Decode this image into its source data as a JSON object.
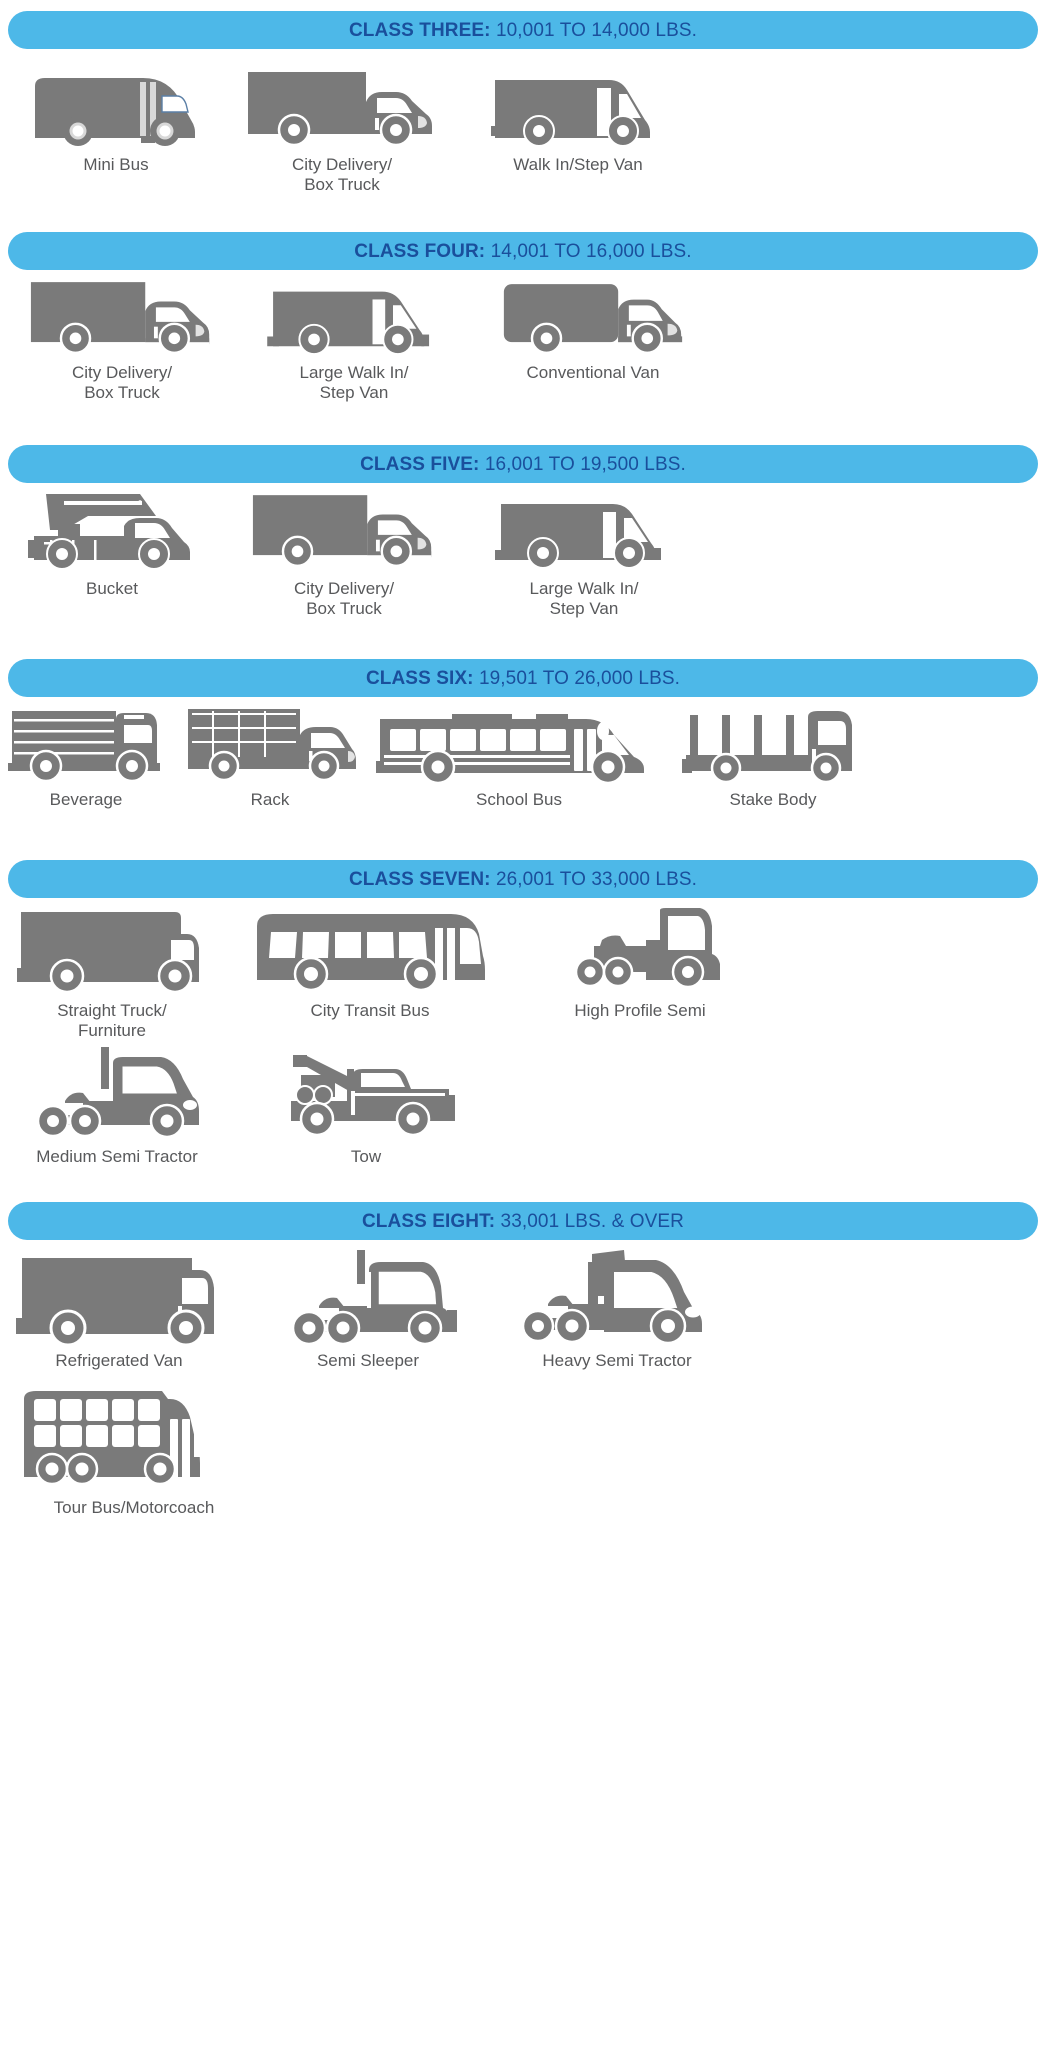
{
  "colors": {
    "banner_bg": "#4db8e8",
    "banner_text": "#1a4f9c",
    "vehicle_fill": "#7a7a7a",
    "label_text": "#58595b",
    "page_bg": "#ffffff"
  },
  "classes": [
    {
      "id": "class-three",
      "title": "CLASS THREE:",
      "range": "10,001 TO 14,000 LBS.",
      "rows": [
        {
          "vehicles": [
            {
              "label": "Mini Bus",
              "icon": "mini-bus-icon"
            },
            {
              "label": "City Delivery/\nBox Truck",
              "icon": "box-truck-icon"
            },
            {
              "label": "Walk In/Step Van",
              "icon": "step-van-icon"
            }
          ]
        }
      ]
    },
    {
      "id": "class-four",
      "title": "CLASS FOUR:",
      "range": "14,001 TO 16,000 LBS.",
      "rows": [
        {
          "vehicles": [
            {
              "label": "City Delivery/\nBox Truck",
              "icon": "box-truck-icon"
            },
            {
              "label": "Large Walk In/\nStep Van",
              "icon": "large-step-van-icon"
            },
            {
              "label": "Conventional Van",
              "icon": "conventional-van-icon"
            }
          ]
        }
      ]
    },
    {
      "id": "class-five",
      "title": "CLASS FIVE:",
      "range": "16,001 TO 19,500 LBS.",
      "rows": [
        {
          "vehicles": [
            {
              "label": "Bucket",
              "icon": "bucket-truck-icon"
            },
            {
              "label": "City Delivery/\nBox Truck",
              "icon": "box-truck-icon"
            },
            {
              "label": "Large Walk In/\nStep Van",
              "icon": "large-step-van-icon"
            }
          ]
        }
      ]
    },
    {
      "id": "class-six",
      "title": "CLASS SIX:",
      "range": "19,501 TO 26,000 LBS.",
      "rows": [
        {
          "vehicles": [
            {
              "label": "Beverage",
              "icon": "beverage-truck-icon"
            },
            {
              "label": "Rack",
              "icon": "rack-truck-icon"
            },
            {
              "label": "School Bus",
              "icon": "school-bus-icon"
            },
            {
              "label": "Stake Body",
              "icon": "stake-body-icon"
            }
          ]
        }
      ]
    },
    {
      "id": "class-seven",
      "title": "CLASS SEVEN:",
      "range": "26,001 TO 33,000 LBS.",
      "rows": [
        {
          "vehicles": [
            {
              "label": "Straight Truck/\nFurniture",
              "icon": "straight-truck-icon"
            },
            {
              "label": "City Transit Bus",
              "icon": "transit-bus-icon"
            },
            {
              "label": "High Profile Semi",
              "icon": "high-profile-semi-icon"
            }
          ]
        },
        {
          "vehicles": [
            {
              "label": "Medium Semi Tractor",
              "icon": "medium-semi-tractor-icon"
            },
            {
              "label": "Tow",
              "icon": "tow-truck-icon"
            }
          ]
        }
      ]
    },
    {
      "id": "class-eight",
      "title": "CLASS EIGHT:",
      "range": "33,001 LBS. & OVER",
      "rows": [
        {
          "vehicles": [
            {
              "label": "Refrigerated Van",
              "icon": "refrigerated-van-icon"
            },
            {
              "label": "Semi Sleeper",
              "icon": "semi-sleeper-icon"
            },
            {
              "label": "Heavy Semi Tractor",
              "icon": "heavy-semi-tractor-icon"
            }
          ]
        },
        {
          "vehicles": [
            {
              "label": "Tour Bus/Motorcoach",
              "icon": "tour-bus-icon"
            }
          ]
        }
      ]
    }
  ]
}
